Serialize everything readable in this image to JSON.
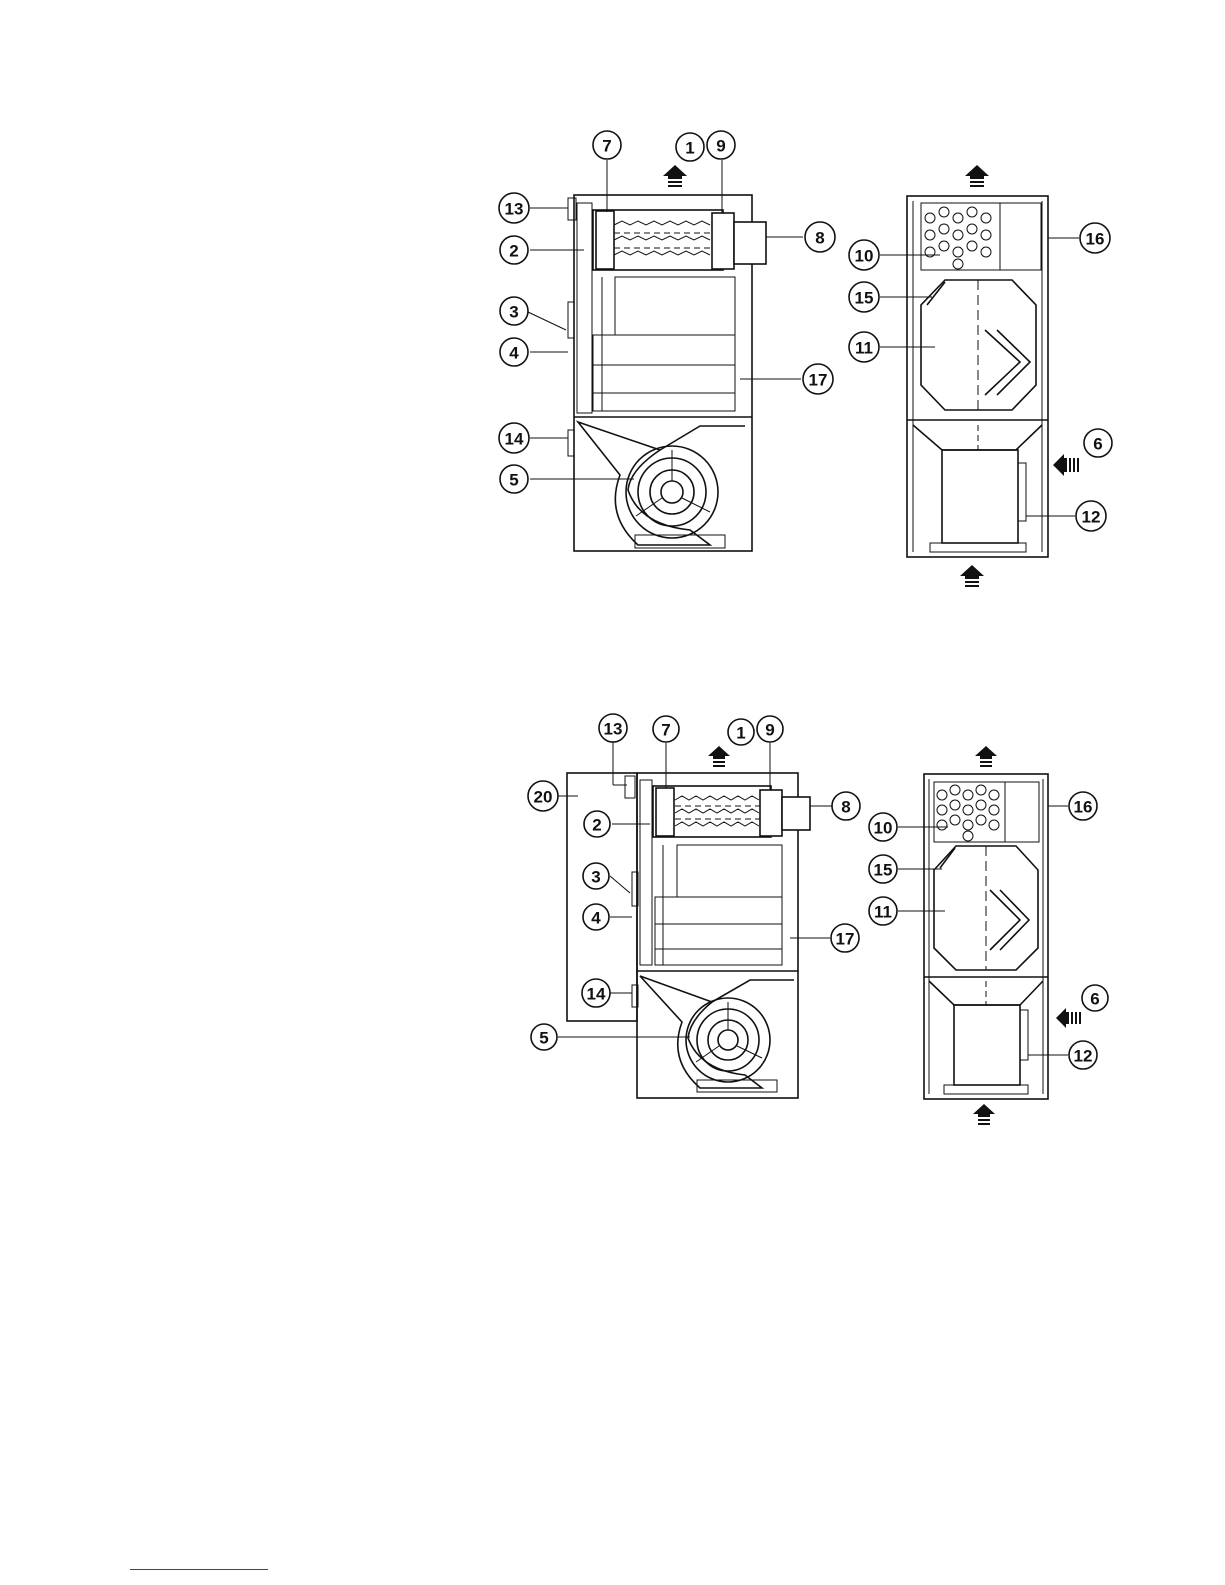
{
  "figure": {
    "units": [
      {
        "id": "upper",
        "callouts": [
          "1",
          "2",
          "3",
          "4",
          "5",
          "6",
          "7",
          "8",
          "9",
          "10",
          "11",
          "12",
          "13",
          "14",
          "15",
          "16",
          "17"
        ]
      },
      {
        "id": "lower",
        "callouts": [
          "1",
          "2",
          "3",
          "4",
          "5",
          "6",
          "7",
          "8",
          "9",
          "10",
          "11",
          "12",
          "13",
          "14",
          "15",
          "16",
          "17",
          "20"
        ]
      }
    ]
  },
  "colors": {
    "line": "#111111",
    "footer_rule": "#1a3fd6"
  }
}
